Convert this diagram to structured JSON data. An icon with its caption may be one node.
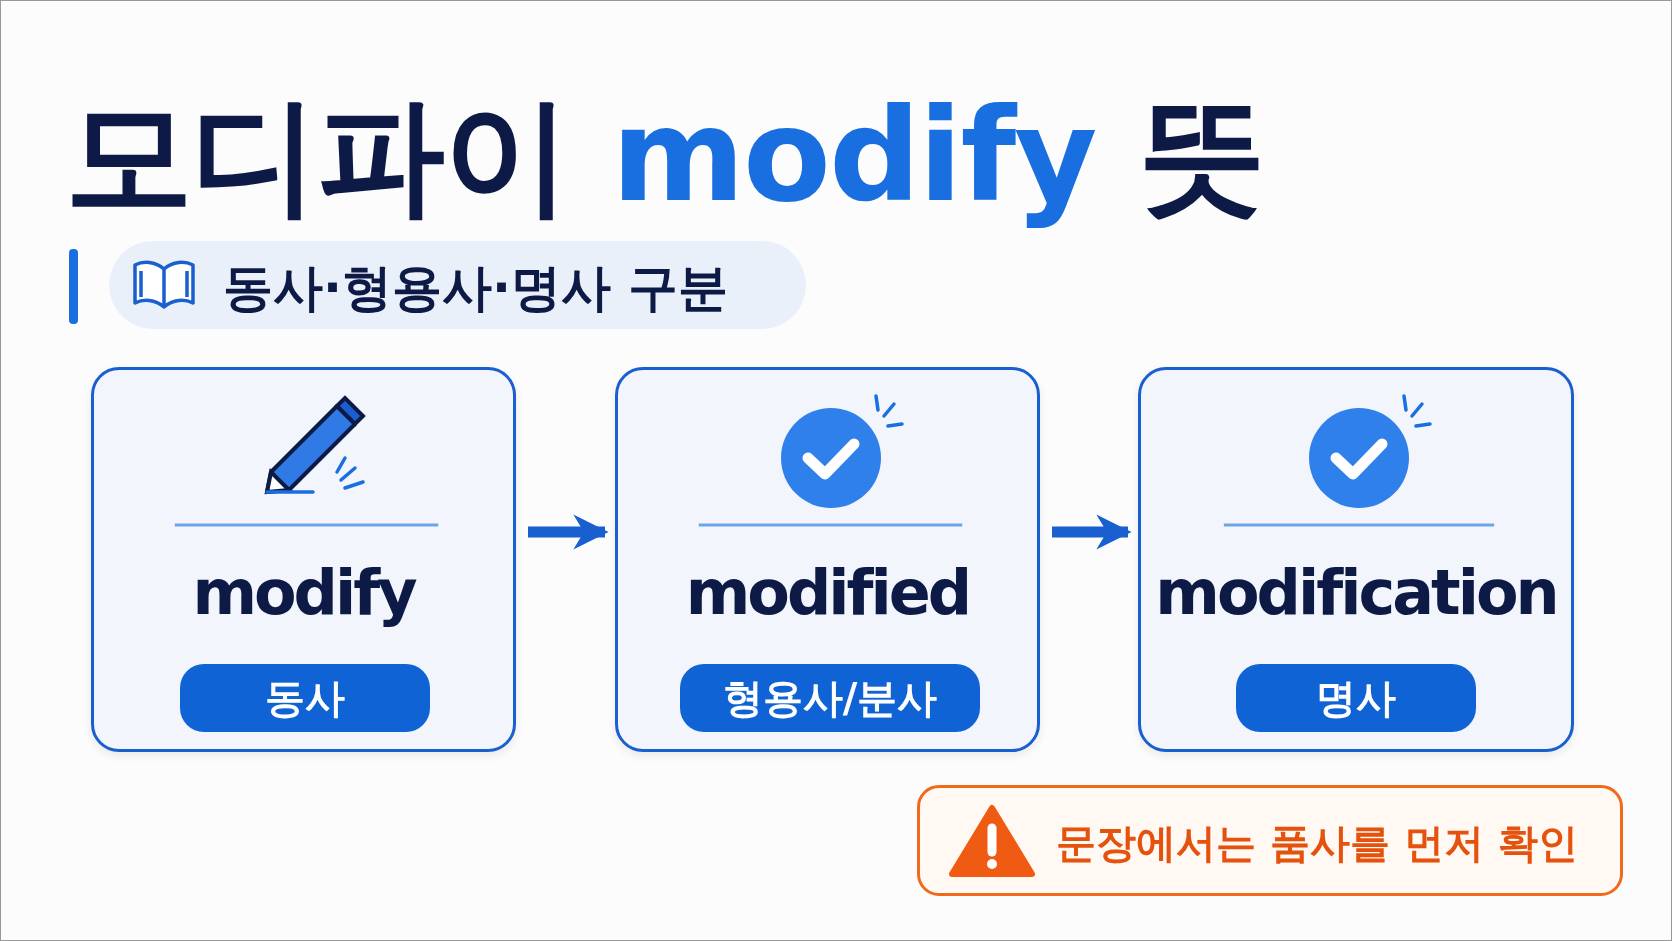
{
  "diagram": {
    "title": "모디파이 *modify* 뜻",
    "nodes": [
      {
        "text": [
          "동사·형용사·명사 구분"
        ]
      },
      {
        "text": [
          "modify"
        ]
      },
      {
        "text": [
          "동사"
        ],
        "in": 1
      },
      {
        "text": [
          "modified"
        ]
      },
      {
        "text": [
          "형용사/분사"
        ],
        "in": 3
      },
      {
        "text": [
          "modification"
        ]
      },
      {
        "text": [
          "명사"
        ],
        "in": 5
      },
      {
        "text": [
          "문장에서는 품사를 먼저 확인"
        ]
      }
    ],
    "edges": [
      {
        "from": 1,
        "to": 3,
        "arrow": "to"
      },
      {
        "from": 3,
        "to": 5,
        "arrow": "to"
      }
    ]
  }
}
